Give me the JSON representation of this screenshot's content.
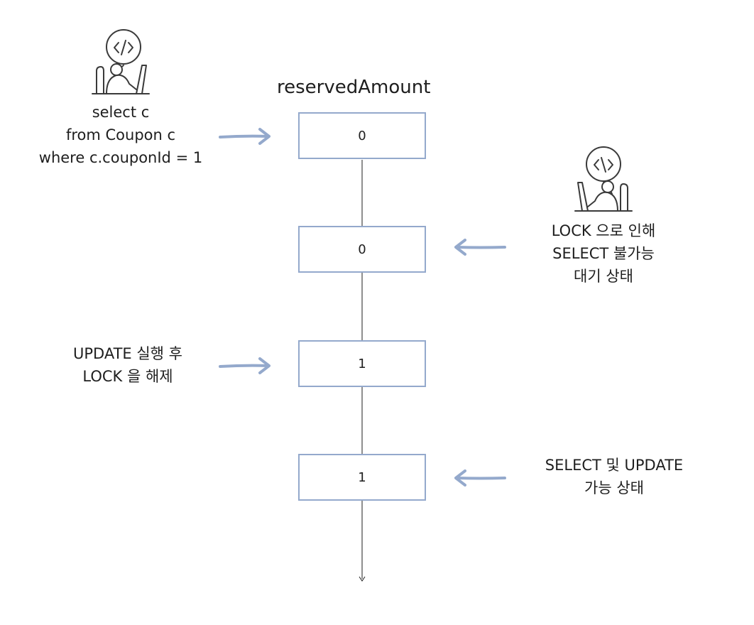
{
  "title": "reservedAmount",
  "boxes": [
    "0",
    "0",
    "1",
    "1"
  ],
  "labels": {
    "left_top": [
      "select c",
      "from Coupon c",
      "where c.couponId = 1"
    ],
    "right_top": [
      "LOCK 으로 인해",
      "SELECT 불가능",
      "대기 상태"
    ],
    "left_mid": [
      "UPDATE 실행 후",
      "LOCK 을 해제"
    ],
    "right_bottom": [
      "SELECT 및 UPDATE",
      "가능 상태"
    ]
  },
  "icons": [
    "developer-icon",
    "developer-icon"
  ],
  "colors": {
    "accent": "#94a9cc",
    "line": "#1e1e1e",
    "stroke": "#3a3a3a"
  }
}
